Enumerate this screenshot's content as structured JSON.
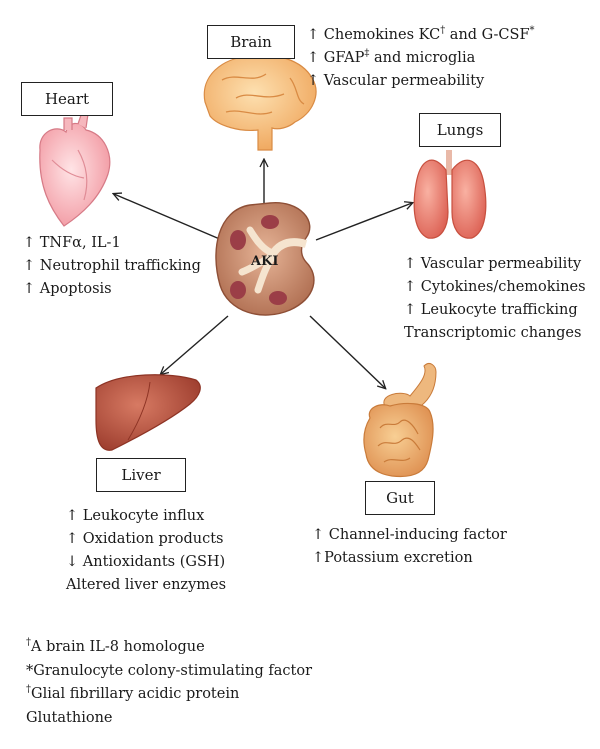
{
  "center": {
    "label": "AKI"
  },
  "organs": {
    "brain": {
      "label": "Brain",
      "effects": [
        {
          "text": "↑ Chemokines KC",
          "sup": "†",
          "after": " and G-CSF",
          "sup2": "*"
        },
        {
          "text": "↑ GFAP",
          "sup": "‡",
          "after": " and microglia",
          "sup2": ""
        },
        {
          "text": "↑ Vascular permeability",
          "sup": "",
          "after": "",
          "sup2": ""
        }
      ]
    },
    "heart": {
      "label": "Heart",
      "effects": [
        "↑ TNFα, IL-1",
        "↑ Neutrophil trafficking",
        "↑ Apoptosis"
      ]
    },
    "lungs": {
      "label": "Lungs",
      "effects": [
        "↑ Vascular permeability",
        "↑ Cytokines/chemokines",
        "↑ Leukocyte trafficking",
        "Transcriptomic changes"
      ]
    },
    "liver": {
      "label": "Liver",
      "effects": [
        "↑ Leukocyte influx",
        "↑ Oxidation products",
        "↓ Antioxidants (GSH)",
        "Altered liver enzymes"
      ]
    },
    "gut": {
      "label": "Gut",
      "effects": [
        "↑ Channel-inducing factor",
        "↑Potassium excretion"
      ]
    }
  },
  "footnotes": [
    {
      "mark": "†",
      "text": "A brain IL-8 homologue"
    },
    {
      "mark": "*",
      "text": "Granulocyte colony-stimulating factor"
    },
    {
      "mark": "†",
      "text": "Glial fibrillary acidic protein"
    },
    {
      "mark": "",
      "text": "Glutathione"
    }
  ],
  "icons": {
    "kidney": "kidney-icon",
    "brain": "brain-icon",
    "heart": "heart-icon",
    "lungs": "lungs-icon",
    "liver": "liver-icon",
    "gut": "gut-icon"
  },
  "colors": {
    "kidney": "#c98a6a",
    "brain": "#f6c58a",
    "heart": "#f8b8bc",
    "lungs": "#ee8678",
    "liver": "#b8523e",
    "gut": "#e9a86a"
  }
}
